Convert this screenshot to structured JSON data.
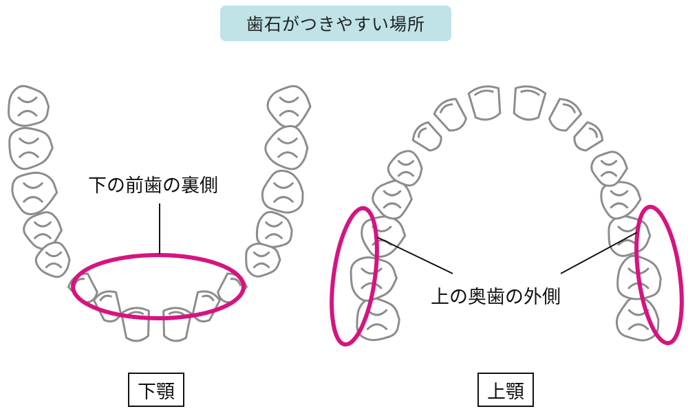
{
  "title": "歯石がつきやすい場所",
  "labels": {
    "lower_inside": "下の前歯の裏側",
    "upper_outside": "上の奥歯の外側"
  },
  "jaws": {
    "lower": "下顎",
    "upper": "上顎"
  },
  "colors": {
    "title_badge": "#bfe3e7",
    "tooth_outline": "#8c8c8c",
    "highlight": "#d6147f",
    "leader_line": "#111111"
  }
}
